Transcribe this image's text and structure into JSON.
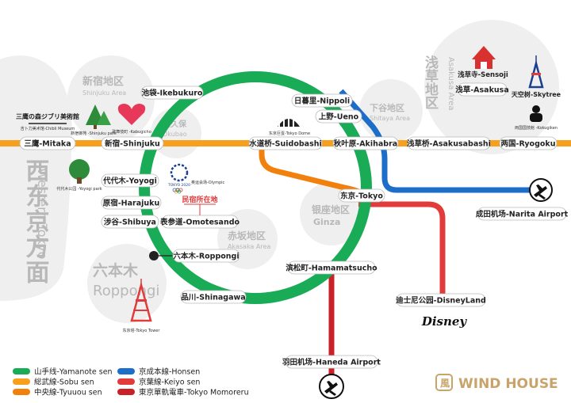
{
  "areas": {
    "western_tokyo_zh": "西东京方面",
    "western_tokyo_en": "Western Tokyo",
    "shinjuku_zh": "新宿地区",
    "shinjuku_en": "Shinjuku Area",
    "okubo_zh": "大久保",
    "okubo_en": "Okubao",
    "akasaka_zh": "赤坂地区",
    "akasaka_en": "Akasaka Area",
    "ginza_zh": "银座地区",
    "ginza_en": "Ginza",
    "roppongi_zh": "六本木",
    "roppongi_en": "Roppongi",
    "shitaya_zh": "下谷地区",
    "shitaya_en": "Shitaya Area",
    "asakusa_zh": "浅草地区",
    "asakusa_en": "Asakusa Area"
  },
  "stations": {
    "mitaka": "三鹰-Mitaka",
    "shinjuku": "新宿-Shinjuku",
    "ikebukuro": "池袋-Ikebukuro",
    "yoyogi": "代代木-Yoyogi",
    "harajuku": "原宿-Harajuku",
    "shibuya": "涉谷-Shibuya",
    "omotesando": "表参道-Omotesando",
    "roppongi": "六本木-Roppongi",
    "shinagawa": "品川-Shinagawa",
    "hamamatsucho": "滨松町-Hamamatsucho",
    "haneda": "羽田机场-Haneda Airport",
    "tokyo": "东京-Tokyo",
    "disneyland": "迪士尼公园-DisneyLand",
    "narita": "成田机场-Narita Airport",
    "nippori": "日暮里-Nippoli",
    "ueno": "上野-Ueno",
    "suidobashi": "水道桥-Suidobashi",
    "akihabara": "秋叶原-Akihabra",
    "asakusabashi": "浅草桥-Asakusabashi",
    "ryogoku": "两国-Ryogoku",
    "asakusa": "浅草-Asakusa"
  },
  "landmarks": {
    "ghibli_title": "三鹰の森ジブリ美術館",
    "ghibli_sub": "吉卜力美术馆-Chibli Museum",
    "shinjuku_park": "新宿御苑 -Shinjuku park",
    "kabukicho": "歌舞伎町 -Kabugicho",
    "yoyogi_park": "代代木公园 -Yoyogi park",
    "olympic": "奥运会场-Olympic",
    "olympic_logo": "TOKYO 2020",
    "hotel": "民宿所在地",
    "tokyo_dome": "东京巨蛋-Tokyo Dome",
    "sensoji": "浅草寺-Sensoji",
    "skytree": "天空树-Skytree",
    "kokugiken": "両国国技館 -Kokugiken",
    "tokyo_tower": "东京塔-Tokyo Tower",
    "disney_logo": "Disney"
  },
  "legend": [
    {
      "label": "山手线-Yamanote sen",
      "color": "#1aab56"
    },
    {
      "label": "総武線-Sobu sen",
      "color": "#f7a01d"
    },
    {
      "label": "中央線-Tyuuou sen",
      "color": "#f2800c"
    },
    {
      "label": "京成本線-Honsen",
      "color": "#1c6ec9"
    },
    {
      "label": "京葉線-Keiyo sen",
      "color": "#e23b3b"
    },
    {
      "label": "東京單軌電車-Tokyo Momoreru",
      "color": "#c82228"
    }
  ],
  "brand": {
    "name": "WIND HOUSE",
    "color": "#c9a46a"
  },
  "colors": {
    "yamanote": "#1aab56",
    "sobu": "#f7a01d",
    "chuo": "#f2800c",
    "keisei": "#1c6ec9",
    "keiyo": "#e23b3b",
    "monorail": "#c82228",
    "area_bubble": "#efefef"
  },
  "icons": {
    "airport": "airplane-icon",
    "landmark": "landmark-icon"
  }
}
